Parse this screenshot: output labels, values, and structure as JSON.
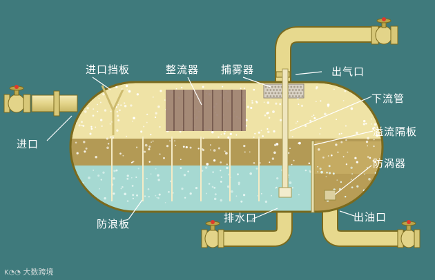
{
  "labels": {
    "inlet_baffle": "进口挡板",
    "flow_straightener": "整流器",
    "mist_catcher": "捕雾器",
    "gas_outlet": "出气口",
    "downcomer": "下流管",
    "overflow_weir": "溢流隔板",
    "inlet": "进口",
    "anti_vortex": "防涡器",
    "wave_breaker": "防浪板",
    "water_outlet": "排水口",
    "oil_outlet": "出油口"
  },
  "watermark": "大数跨境",
  "colors": {
    "background": "#3f7a7c",
    "vessel_fill": "#efe3a6",
    "pipe_fill": "#e7d98e",
    "pipe_stroke": "#7a6a1e",
    "oil_layer": "#b39a55",
    "water_layer": "#a6d9d2",
    "label_text": "#ffffff",
    "leader_line": "#ffffff"
  }
}
